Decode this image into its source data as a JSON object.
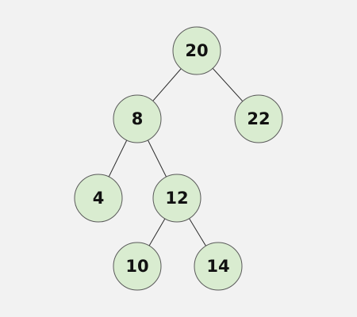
{
  "tree": {
    "node_fill": "#d9ecd0",
    "node_stroke": "#5a5a5a",
    "edge_color": "#2a2a2a",
    "background": "#f2f2f2",
    "nodes": [
      {
        "id": "n20",
        "label": "20"
      },
      {
        "id": "n8",
        "label": "8"
      },
      {
        "id": "n22",
        "label": "22"
      },
      {
        "id": "n4",
        "label": "4"
      },
      {
        "id": "n12",
        "label": "12"
      },
      {
        "id": "n10",
        "label": "10"
      },
      {
        "id": "n14",
        "label": "14"
      }
    ],
    "edges": [
      {
        "from": "n20",
        "to": "n8"
      },
      {
        "from": "n20",
        "to": "n22"
      },
      {
        "from": "n8",
        "to": "n4"
      },
      {
        "from": "n8",
        "to": "n12"
      },
      {
        "from": "n12",
        "to": "n10"
      },
      {
        "from": "n12",
        "to": "n14"
      }
    ]
  }
}
